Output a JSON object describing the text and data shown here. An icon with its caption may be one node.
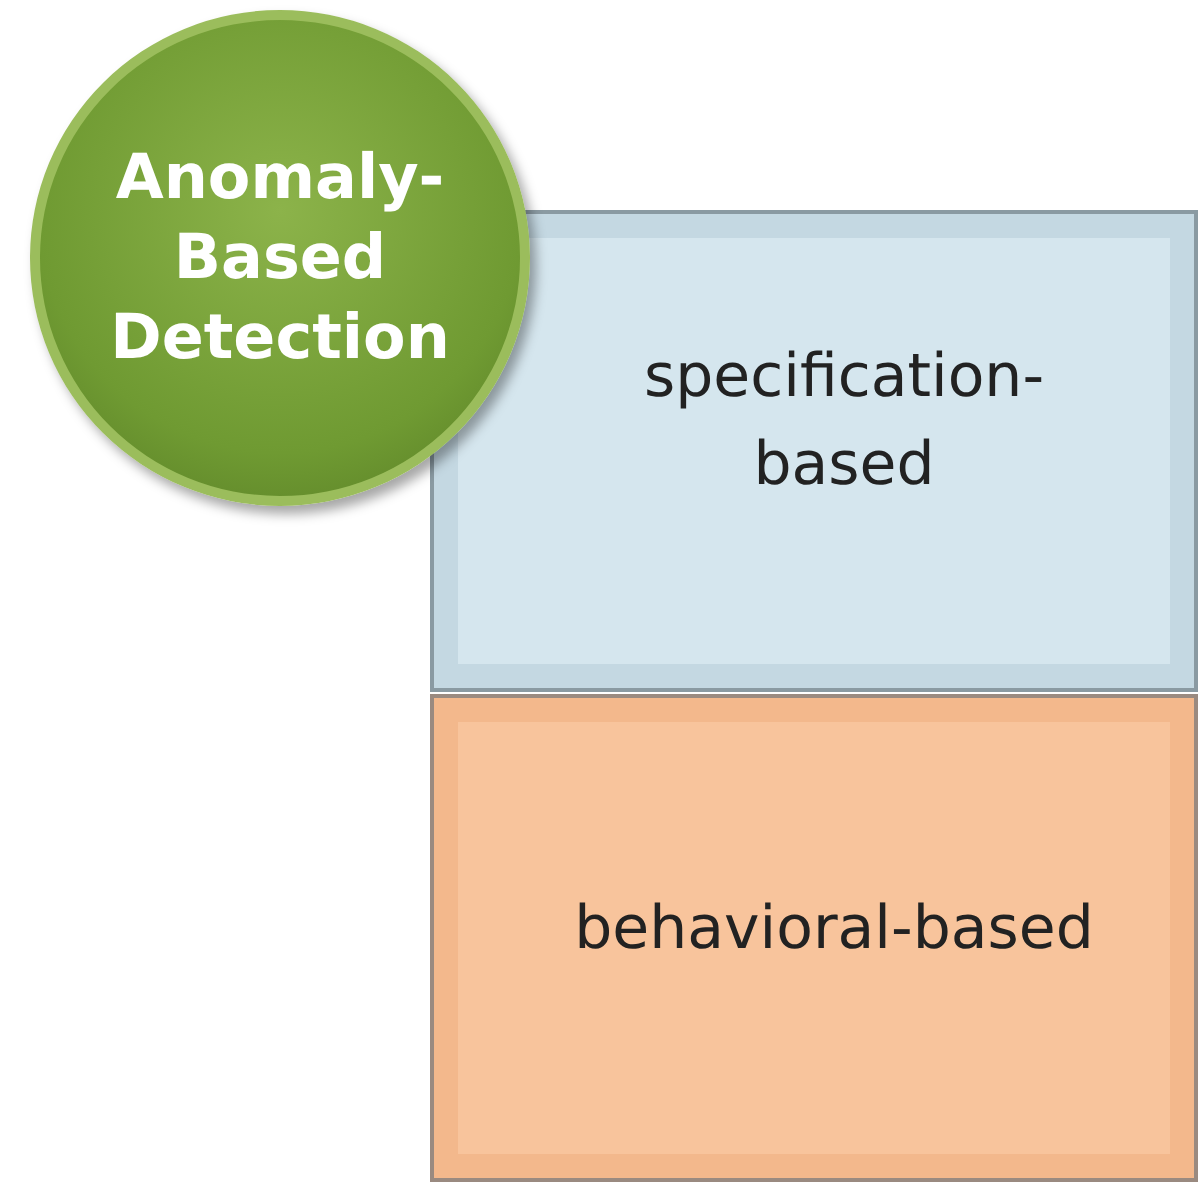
{
  "diagram": {
    "nodes": [
      {
        "text": [
          "Anomaly- Based Detection"
        ]
      },
      {
        "text": [
          "specification- based"
        ]
      },
      {
        "text": [
          "behavioral-based"
        ]
      }
    ]
  }
}
